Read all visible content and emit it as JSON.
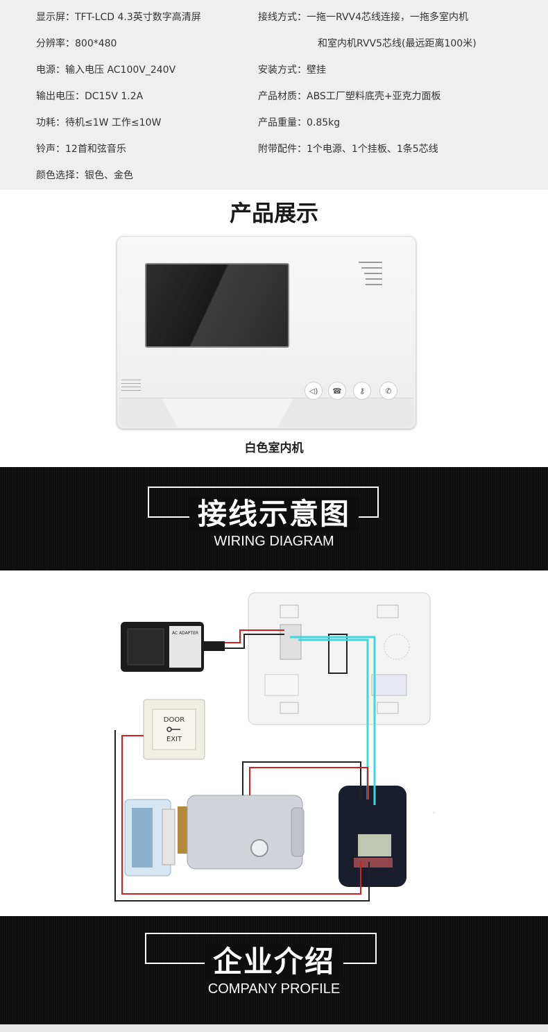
{
  "specs": {
    "left": [
      "显示屏：TFT-LCD 4.3英寸数字高清屏",
      "分辨率：800*480",
      "电源：输入电压 AC100V_240V",
      "输出电压：DC15V 1.2A",
      "功耗：待机≤1W 工作≤10W",
      "铃声：12首和弦音乐",
      "颜色选择：银色、金色"
    ],
    "right": [
      "接线方式：一拖一RVV4芯线连接，一拖多室内机",
      "和室内机RVV5芯线(最远距离100米)",
      "安装方式：壁挂",
      "产品材质：ABS工厂塑料底壳+亚克力面板",
      "产品重量：0.85kg",
      "附带配件：1个电源、1个挂板、1条5芯线"
    ]
  },
  "product_display": {
    "title": "产品展示",
    "caption": "白色室内机"
  },
  "wiring_banner": {
    "title_cn": "接线示意图",
    "title_en": "WIRING DIAGRAM"
  },
  "wiring": {
    "adapter_label": "AC ADAPTER",
    "exit_button_top": "DOOR",
    "exit_button_bottom": "EXIT",
    "wire_colors": {
      "red": "#d42020",
      "black": "#222222",
      "cyan": "#3fd6e0"
    }
  },
  "company_banner": {
    "title_cn": "企业介绍",
    "title_en": "COMPANY PROFILE"
  }
}
